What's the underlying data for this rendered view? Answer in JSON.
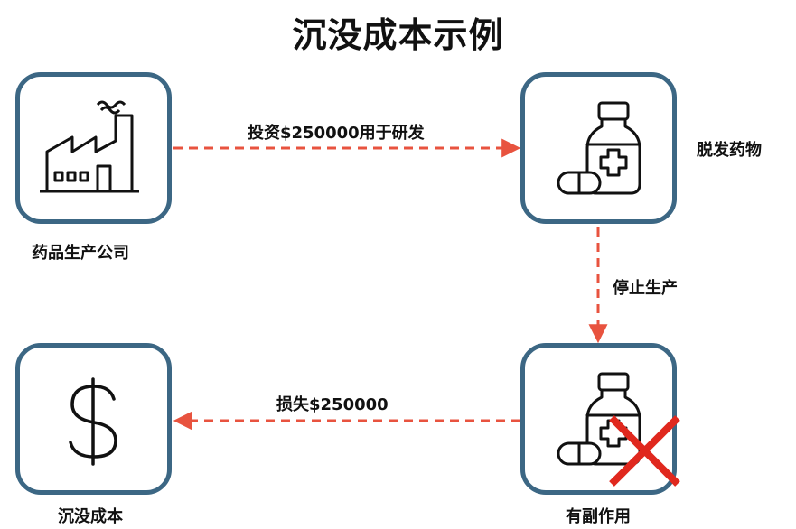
{
  "title": "沉没成本示例",
  "nodes": {
    "company": {
      "label": "药品生产公司",
      "icon": "factory-icon"
    },
    "generic_drug": {
      "label": "脱发药物",
      "icon": "medicine-bottle-icon"
    },
    "side_effect": {
      "label": "有副作用",
      "icon": "medicine-bottle-crossed-icon"
    },
    "sunk_cost": {
      "label": "沉没成本",
      "icon": "dollar-sign-icon"
    }
  },
  "edges": {
    "invest": {
      "label": "投资$250000用于研发"
    },
    "stop": {
      "label": "停止生产"
    },
    "loss": {
      "label": "损失$250000"
    }
  },
  "colors": {
    "box_border": "#3c6784",
    "arrow": "#e8533f",
    "cross": "#e0281e",
    "icon_stroke": "#111111"
  }
}
